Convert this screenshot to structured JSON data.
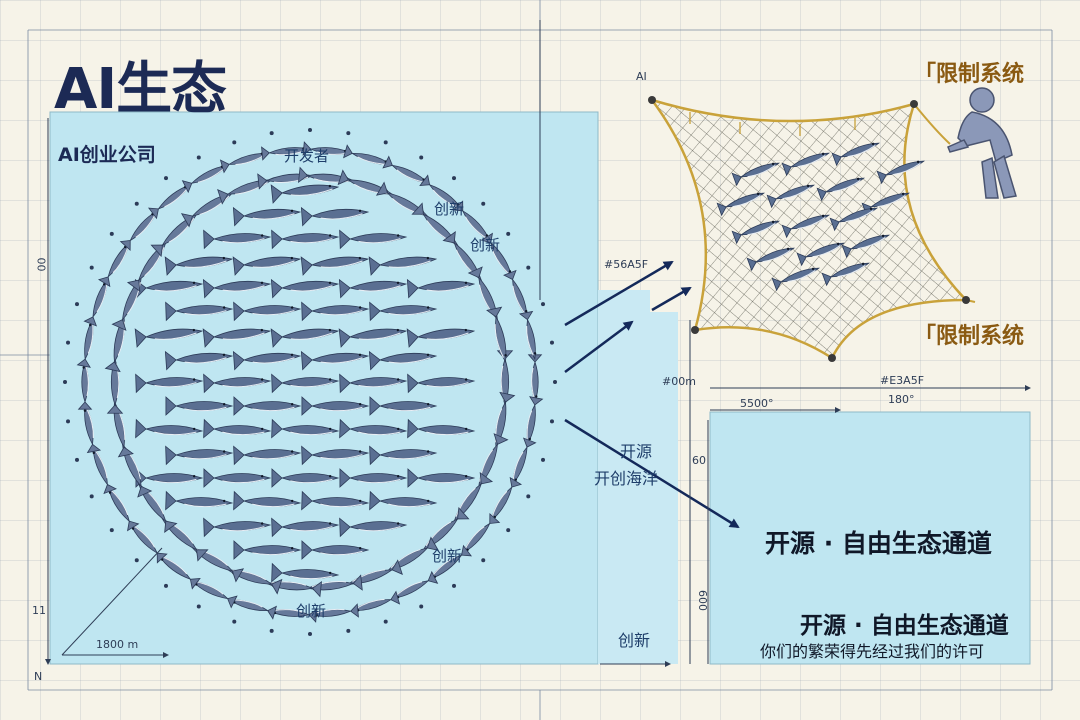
{
  "title": "AI生态",
  "startup_label": "AI创业公司",
  "developer_label": "开发者",
  "innovation_labels": [
    "创新",
    "创新",
    "创新",
    "创新"
  ],
  "system_labels": [
    "「限制系统",
    "「限制系统"
  ],
  "dimensions": {
    "color_arrow": "#56A5F",
    "left_width": "1800 m",
    "gap": "#00m",
    "color_box": "#E3A5F",
    "box_width_a": "5500°",
    "box_width_b": "180°",
    "height_a": "60",
    "height_b": "600",
    "side_top": "00",
    "side_bottom": "11",
    "axis_ai": "AI",
    "corner_n": "N"
  },
  "open_source_label": "开源",
  "open_ocean_label": "开创海洋",
  "channel_title": "开源 · 自由生态通道",
  "channel_subtitle": "开源 · 自由生态通道",
  "permit_caption": "你们的繁荣得先经过我们的许可",
  "bottom_innovation": "创新",
  "colors": {
    "title": "#1c2a55",
    "water": "#bfe6f1",
    "fish": "#52688a",
    "net": "#c9a23a",
    "arrow": "#14295a",
    "system_text": "#8a5a12"
  },
  "icons": [
    "fish-icon",
    "fishing-net-icon",
    "fisherman-icon",
    "arrow-icon"
  ]
}
